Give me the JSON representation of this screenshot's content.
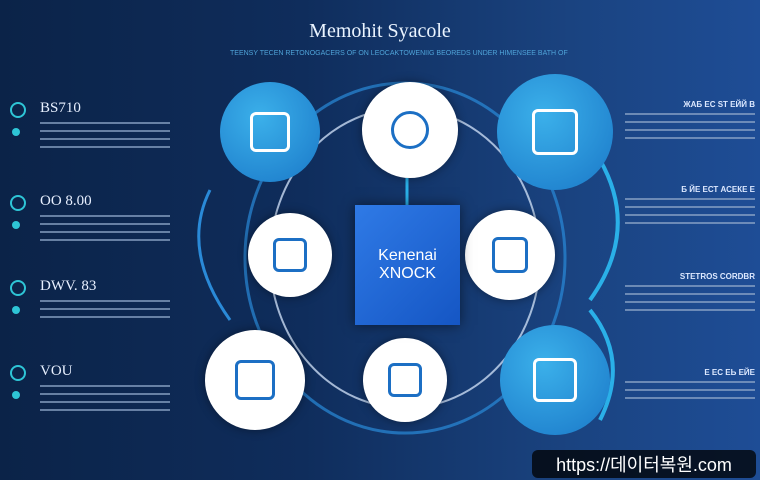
{
  "header": {
    "title": "Memohit Syacole",
    "subtitle": "TEENSY TECEN RETONOGACERS OF ON LEOCAKTOWENIIG BEOREDS UNDER HIMENSEE BATH OF OREN PEONACENFITECESECE"
  },
  "left_sections": [
    {
      "heading": "BS710",
      "icon": "target-icon"
    },
    {
      "heading": "OO 8.00",
      "icon": "gauge-icon"
    },
    {
      "heading": "DWV. 83",
      "icon": "key-icon"
    },
    {
      "heading": "VOU",
      "icon": "chip-icon"
    }
  ],
  "right_sections": [
    {
      "heading": "ЖАБ ЕС ST ЕЙЙ В"
    },
    {
      "heading": "Б ЙЕ ЕСТ АСЕКЕ Е"
    },
    {
      "heading": "STETROS CORDBR"
    },
    {
      "heading": "Е ЕС ЕЬ ЕЙЕ"
    }
  ],
  "center_card": {
    "line1": "Kenenai",
    "line2": "XNOCK"
  },
  "nodes": [
    "server-icon",
    "shield-icon",
    "house-icon",
    "document-icon",
    "monitor-icon",
    "calculator-icon",
    "device-icon",
    "bank-icon"
  ],
  "watermark": "https://데이터복원.com",
  "colors": {
    "accent": "#2ec5d6",
    "node_blue": "#1a78c8",
    "card_blue": "#1f63d4"
  }
}
